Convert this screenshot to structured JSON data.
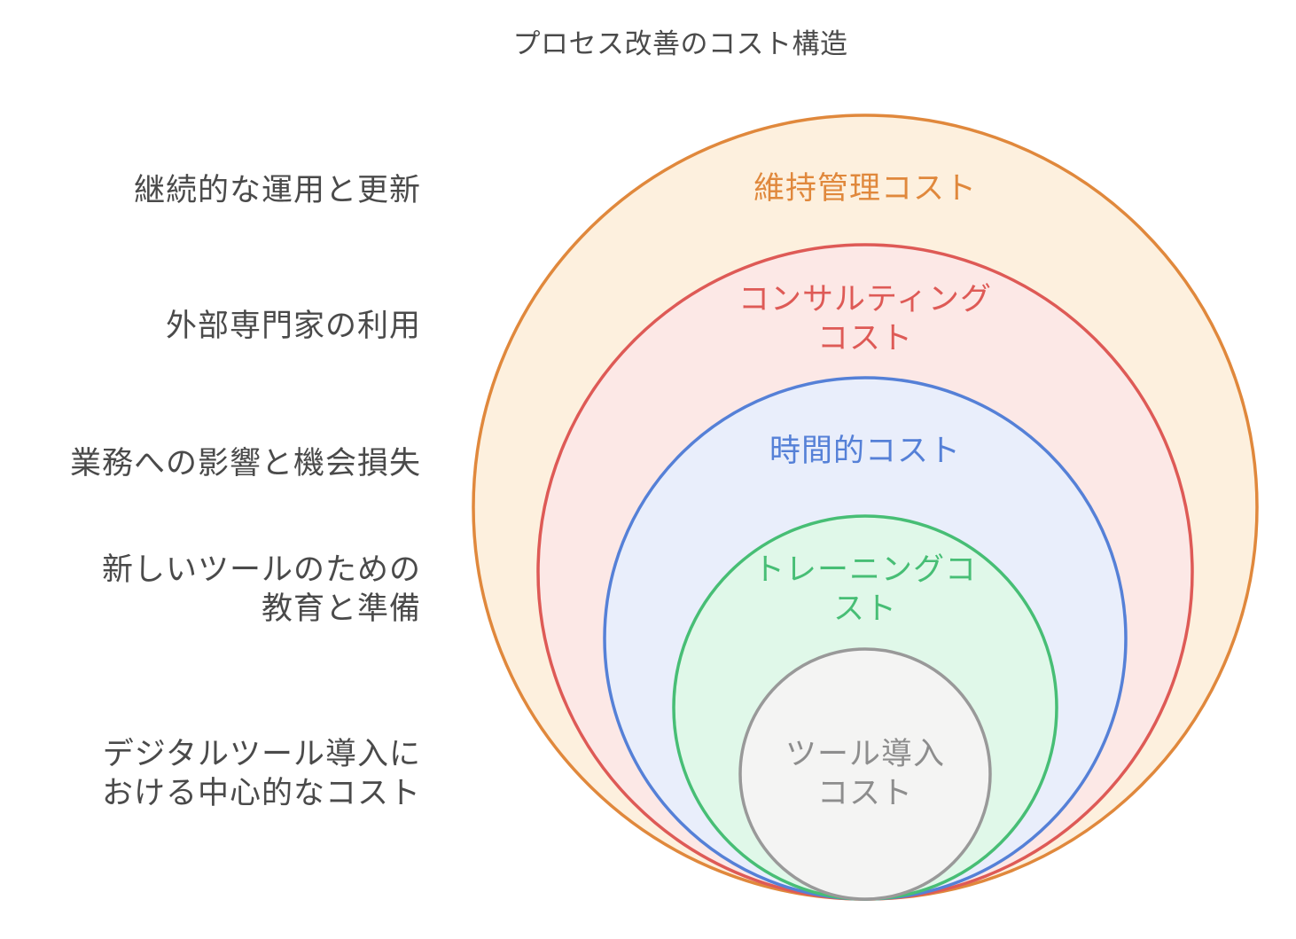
{
  "title": "プロセス改善のコスト構造",
  "diagram": {
    "type": "nested-circles",
    "background": "#FFFFFF",
    "title_color": "#4A4A4A",
    "annotation_color": "#4A4A4A",
    "rings": [
      {
        "id": "maintenance",
        "label_lines": {
          "0": "維持管理コスト"
        },
        "annotation_lines": {
          "0": "継続的な運用と更新"
        },
        "stroke_color": "#E0883C",
        "fill_color": "#FDF0DE",
        "label_color": "#E0883C"
      },
      {
        "id": "consulting",
        "label_lines": {
          "0": "コンサルティング",
          "1": "コスト"
        },
        "annotation_lines": {
          "0": "外部専門家の利用"
        },
        "stroke_color": "#DE5A56",
        "fill_color": "#FCE8E6",
        "label_color": "#DE5A56"
      },
      {
        "id": "time",
        "label_lines": {
          "0": "時間的コスト"
        },
        "annotation_lines": {
          "0": "業務への影響と機会損失"
        },
        "stroke_color": "#5580D7",
        "fill_color": "#E9EEFB",
        "label_color": "#5580D7"
      },
      {
        "id": "training",
        "label_lines": {
          "0": "トレーニングコ",
          "1": "スト"
        },
        "annotation_lines": {
          "0": "新しいツールのための",
          "1": "教育と準備"
        },
        "stroke_color": "#47BE75",
        "fill_color": "#E0F8E9",
        "label_color": "#47BE75"
      },
      {
        "id": "tool-adoption",
        "label_lines": {
          "0": "ツール導入",
          "1": "コスト"
        },
        "annotation_lines": {
          "0": "デジタルツール導入に",
          "1": "おける中心的なコスト"
        },
        "stroke_color": "#999999",
        "fill_color": "#F4F4F3",
        "label_color": "#8D8D8D"
      }
    ]
  }
}
